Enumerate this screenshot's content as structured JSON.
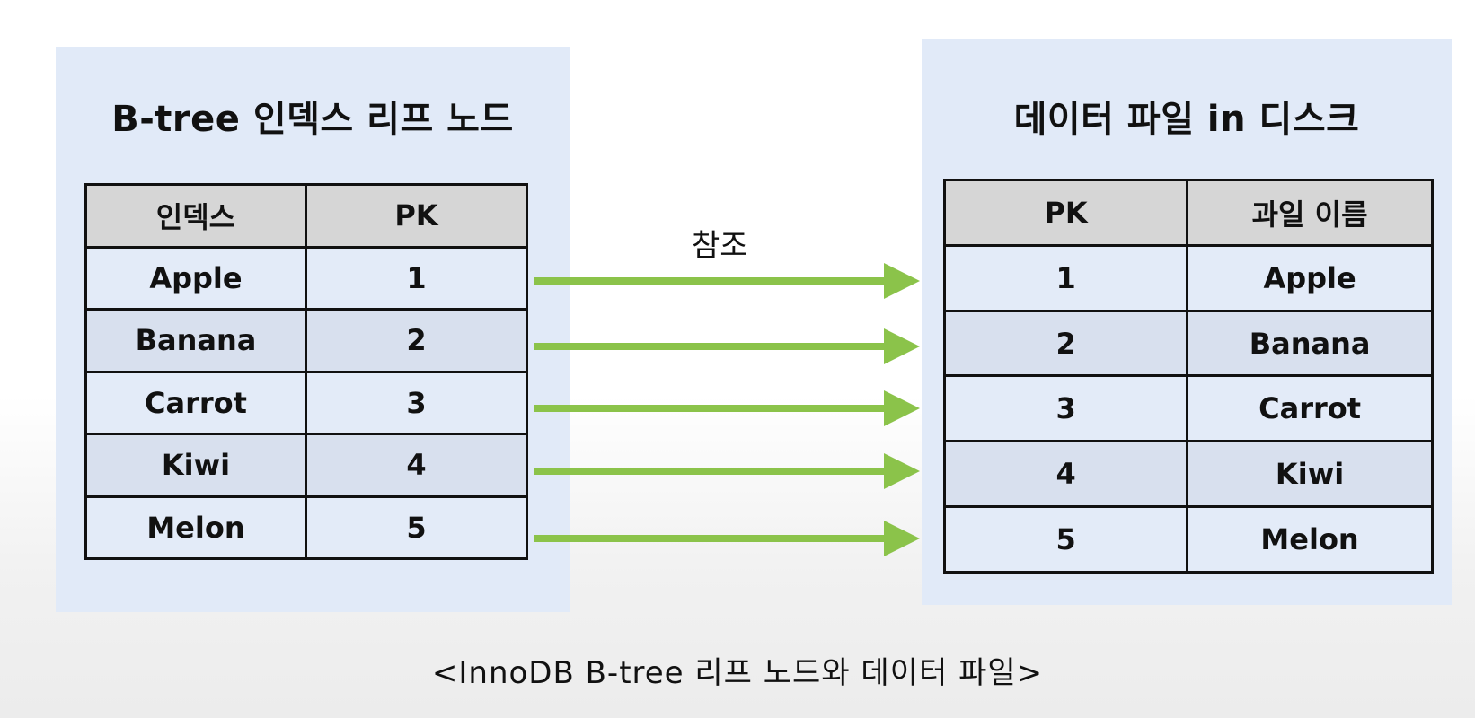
{
  "left": {
    "title": "B-tree 인덱스 리프 노드",
    "headers": [
      "인덱스",
      "PK"
    ],
    "rows": [
      [
        "Apple",
        "1"
      ],
      [
        "Banana",
        "2"
      ],
      [
        "Carrot",
        "3"
      ],
      [
        "Kiwi",
        "4"
      ],
      [
        "Melon",
        "5"
      ]
    ]
  },
  "right": {
    "title": "데이터 파일 in 디스크",
    "headers": [
      "PK",
      "과일 이름"
    ],
    "rows": [
      [
        "1",
        "Apple"
      ],
      [
        "2",
        "Banana"
      ],
      [
        "3",
        "Carrot"
      ],
      [
        "4",
        "Kiwi"
      ],
      [
        "5",
        "Melon"
      ]
    ]
  },
  "arrow_label": "참조",
  "caption": "<InnoDB B-tree 리프 노드와 데이터 파일>",
  "colors": {
    "panel": "#e1eaf8",
    "header_cell": "#d6d6d6",
    "arrow": "#8bc34a"
  }
}
